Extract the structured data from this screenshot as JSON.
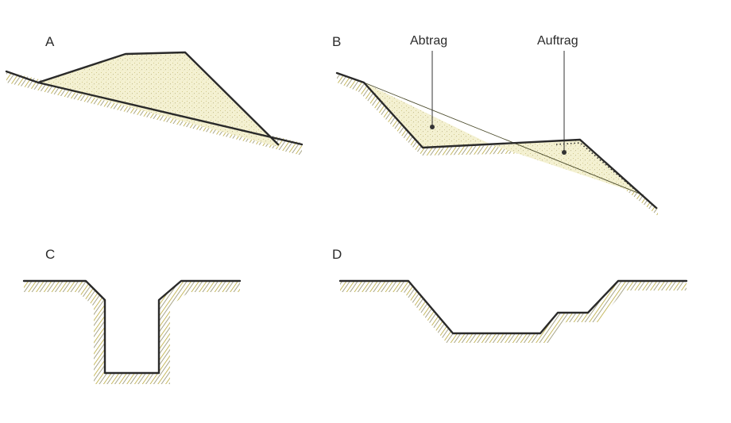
{
  "panels": {
    "a": {
      "label": "A"
    },
    "b": {
      "label": "B",
      "cut_label": "Abtrag",
      "fill_label": "Auftrag"
    },
    "c": {
      "label": "C"
    },
    "d": {
      "label": "D"
    }
  },
  "colors": {
    "ground_hatch": "#b8a83a",
    "stipple": "#e9e4a8",
    "line": "#2a2a2a"
  }
}
